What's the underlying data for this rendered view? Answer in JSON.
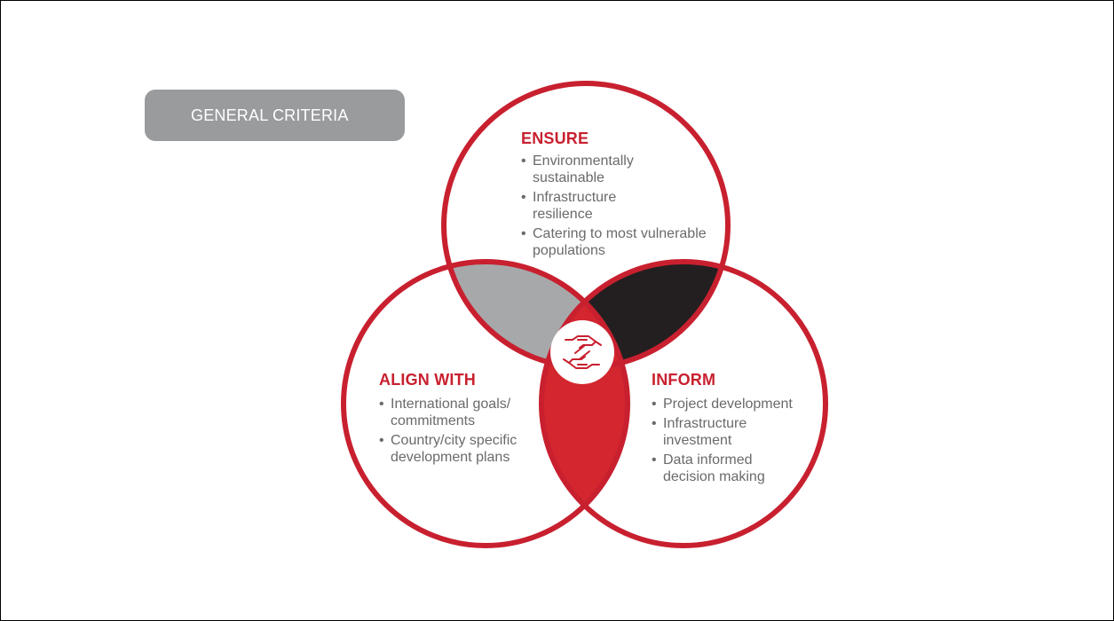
{
  "badge": {
    "label": "GENERAL CRITERIA"
  },
  "colors": {
    "ring": "#c8202f",
    "left_top_overlap": "#a7a8aa",
    "right_top_overlap": "#231f20",
    "bottom_overlap": "#d3262e",
    "heading": "#c8202f",
    "text": "#6a6a6c",
    "badge_bg": "#9a9b9d"
  },
  "center_icon": {
    "icon": "handshake-icon"
  },
  "circles": {
    "ensure": {
      "heading": "ENSURE",
      "items": [
        "Environmentally sustainable",
        "Infrastructure resilience",
        "Catering to most vulnerable populations"
      ]
    },
    "align": {
      "heading": "ALIGN WITH",
      "items": [
        "International goals/ commitments",
        "Country/city specific development plans"
      ]
    },
    "inform": {
      "heading": "INFORM",
      "items": [
        "Project development",
        "Infrastructure investment",
        "Data informed decision making"
      ]
    }
  }
}
